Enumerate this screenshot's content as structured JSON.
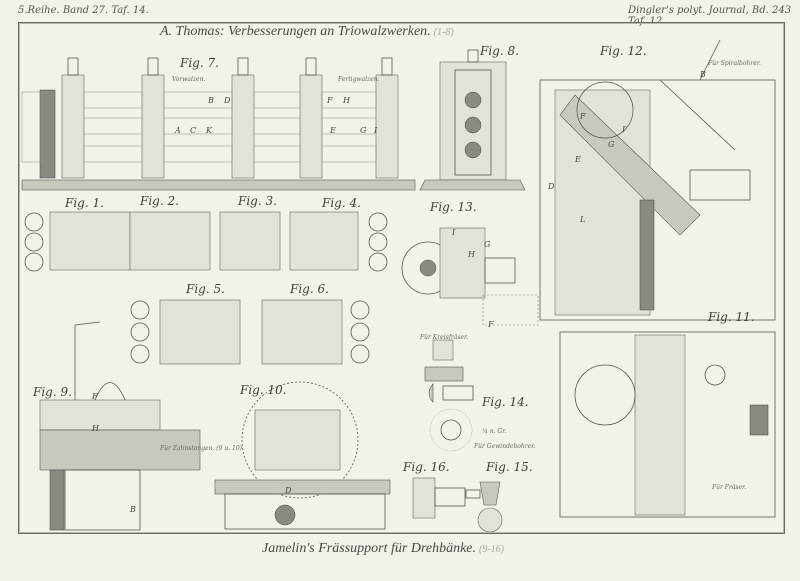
{
  "header": {
    "left": "5.Reihe. Band 27. Taf. 14.",
    "right": "Dingler's polyt. Journal, Bd. 243 Taf. 12."
  },
  "titles": {
    "top": "A. Thomas: Verbesserungen an Triowalzwerken.",
    "top_ref": "(1-8)",
    "bottom": "Jamelin's Frässupport für Drehbänke.",
    "bottom_ref": "(9-16)"
  },
  "figures": {
    "fig1": "Fig. 1.",
    "fig2": "Fig. 2.",
    "fig3": "Fig. 3.",
    "fig4": "Fig. 4.",
    "fig5": "Fig. 5.",
    "fig6": "Fig. 6.",
    "fig7": "Fig. 7.",
    "fig8": "Fig. 8.",
    "fig9": "Fig. 9.",
    "fig10": "Fig. 10.",
    "fig11": "Fig. 11.",
    "fig12": "Fig. 12.",
    "fig13": "Fig. 13.",
    "fig14": "Fig. 14.",
    "fig15": "Fig. 15.",
    "fig16": "Fig. 16."
  },
  "captions": {
    "vorwalzen": "Vorwalzen.",
    "fertigwalzen": "Fertigwalzen.",
    "spiralbohrer": "Für Spiralbohrer.",
    "kreisfraeser": "Für Kreisfräser.",
    "zahnstangen": "Für Zahnstangen.",
    "zahnstangen_ref": "(9 u. 10)",
    "scale": "¼ n. Gr.",
    "gewindebohrer": "Für Gewindebohrer.",
    "fraeser": "Für Fräser."
  },
  "letters": {
    "fig7": [
      "B",
      "D",
      "A",
      "C",
      "K",
      "F",
      "H",
      "E",
      "G",
      "I"
    ],
    "fig12": [
      "F",
      "E",
      "D",
      "L",
      "G",
      "I",
      "B"
    ],
    "fig13": [
      "I",
      "H",
      "G",
      "F"
    ],
    "fig10": [
      "D"
    ],
    "fig9": [
      "F",
      "H",
      "B"
    ]
  }
}
